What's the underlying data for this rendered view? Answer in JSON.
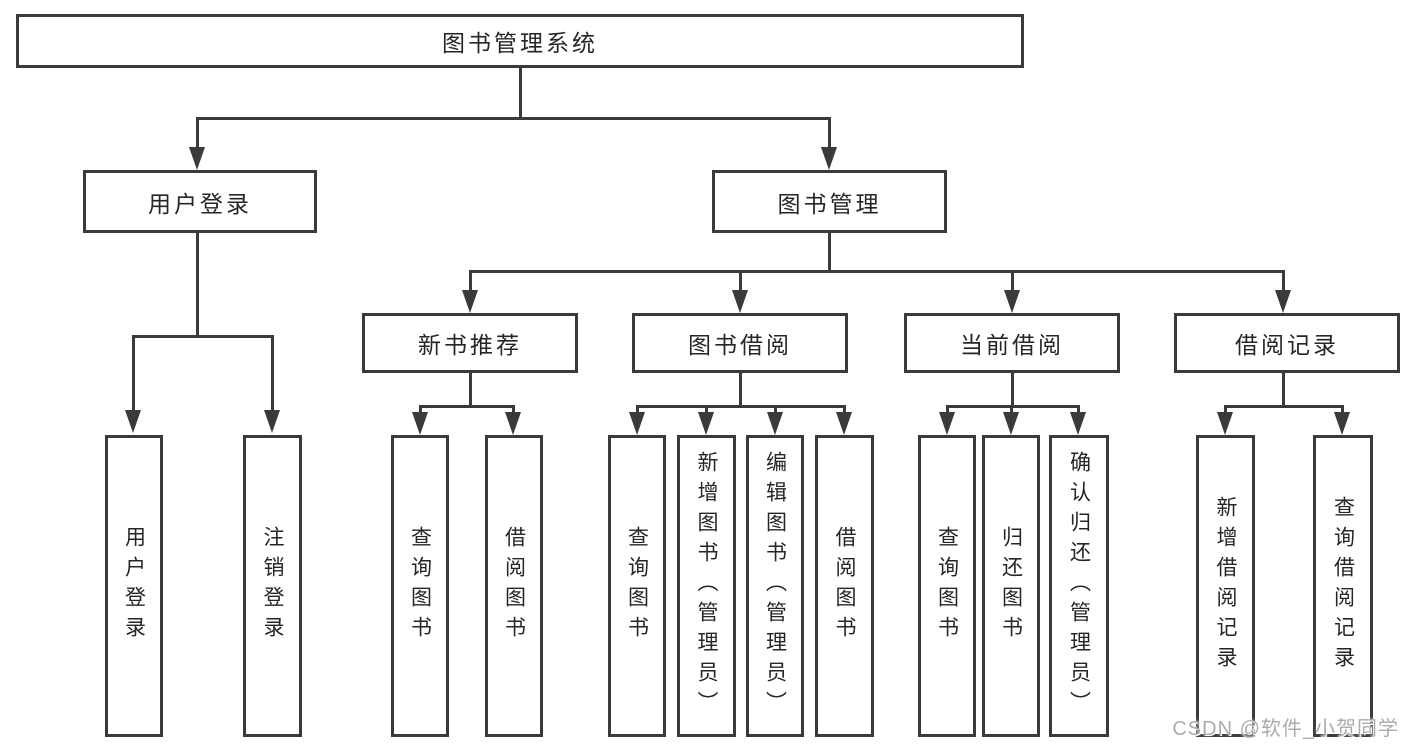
{
  "diagram": {
    "type": "tree",
    "tree": {
      "label": "图书管理系统",
      "children": [
        {
          "label": "用户登录",
          "children": [
            {
              "label": "用户登录"
            },
            {
              "label": "注销登录"
            }
          ]
        },
        {
          "label": "图书管理",
          "children": [
            {
              "label": "新书推荐",
              "children": [
                {
                  "label": "查询图书"
                },
                {
                  "label": "借阅图书"
                }
              ]
            },
            {
              "label": "图书借阅",
              "children": [
                {
                  "label": "查询图书"
                },
                {
                  "label": "新增图书（管理员）"
                },
                {
                  "label": "编辑图书（管理员）"
                },
                {
                  "label": "借阅图书"
                }
              ]
            },
            {
              "label": "当前借阅",
              "children": [
                {
                  "label": "查询图书"
                },
                {
                  "label": "归还图书"
                },
                {
                  "label": "确认归还（管理员）"
                }
              ]
            },
            {
              "label": "借阅记录",
              "children": [
                {
                  "label": "新增借阅记录"
                },
                {
                  "label": "查询借阅记录"
                }
              ]
            }
          ]
        }
      ]
    },
    "watermark": "CSDN @软件_小贺同学",
    "colors": {
      "line": "#3a3a3a",
      "text": "#262626",
      "background": "#ffffff",
      "watermark": "#ababab"
    }
  }
}
